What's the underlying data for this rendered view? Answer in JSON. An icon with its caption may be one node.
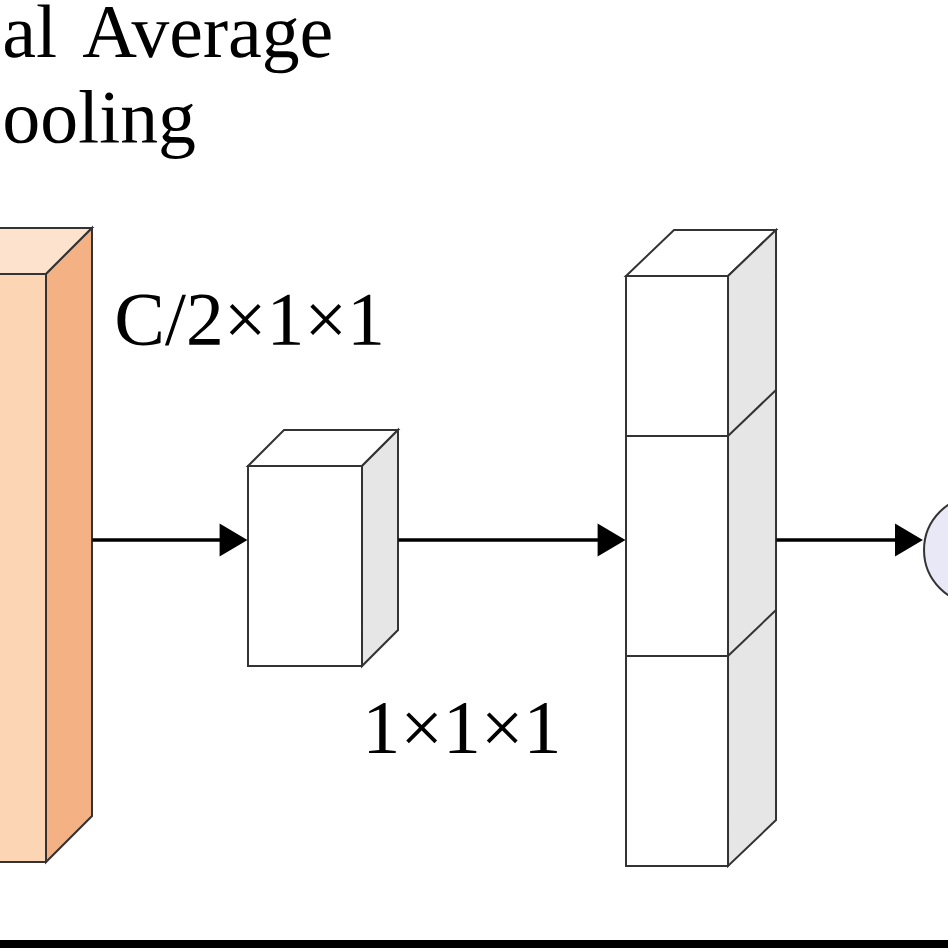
{
  "diagram": {
    "nodes": [
      {
        "text": [],
        "shape": "box"
      },
      {
        "text": [],
        "shape": "box"
      },
      {
        "text": [],
        "shape": "box"
      },
      {
        "text": [],
        "shape": "circle"
      }
    ],
    "edges": [
      {
        "from": 0,
        "to": 1,
        "arrow": "to"
      },
      {
        "from": 1,
        "to": 2,
        "arrow": "to"
      },
      {
        "from": 2,
        "to": 3,
        "arrow": "to"
      }
    ],
    "labels": [
      "al Average ooling",
      "C/2×1×1",
      "1×1×1"
    ]
  }
}
